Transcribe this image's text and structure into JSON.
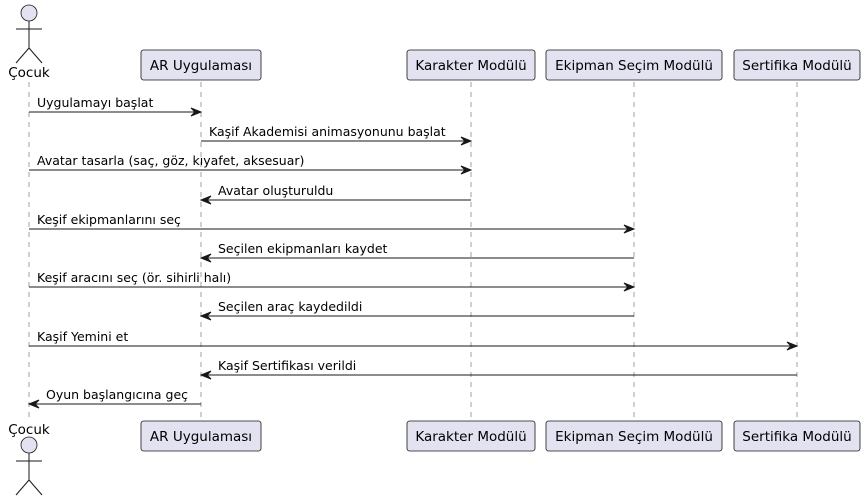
{
  "participants": [
    {
      "id": "cocuk",
      "label": "Çocuk",
      "kind": "actor"
    },
    {
      "id": "ar",
      "label": "AR Uygulaması",
      "kind": "participant"
    },
    {
      "id": "karakter",
      "label": "Karakter Modülü",
      "kind": "participant"
    },
    {
      "id": "ekipman",
      "label": "Ekipman Seçim Modülü",
      "kind": "participant"
    },
    {
      "id": "sertifika",
      "label": "Sertifika Modülü",
      "kind": "participant"
    }
  ],
  "messages": [
    {
      "from": "cocuk",
      "to": "ar",
      "label": "Uygulamayı başlat"
    },
    {
      "from": "ar",
      "to": "karakter",
      "label": "Kaşif Akademisi animasyonunu başlat"
    },
    {
      "from": "cocuk",
      "to": "karakter",
      "label": "Avatar tasarla (saç, göz, kıyafet, aksesuar)"
    },
    {
      "from": "karakter",
      "to": "ar",
      "label": "Avatar oluşturuldu"
    },
    {
      "from": "cocuk",
      "to": "ekipman",
      "label": "Keşif ekipmanlarını seç"
    },
    {
      "from": "ekipman",
      "to": "ar",
      "label": "Seçilen ekipmanları kaydet"
    },
    {
      "from": "cocuk",
      "to": "ekipman",
      "label": "Keşif aracını seç (ör. sihirli halı)"
    },
    {
      "from": "ekipman",
      "to": "ar",
      "label": "Seçilen araç kaydedildi"
    },
    {
      "from": "cocuk",
      "to": "sertifika",
      "label": "Kaşif Yemini et"
    },
    {
      "from": "sertifika",
      "to": "ar",
      "label": "Kaşif Sertifikası verildi"
    },
    {
      "from": "ar",
      "to": "cocuk",
      "label": "Oyun başlangıcına geç"
    }
  ]
}
